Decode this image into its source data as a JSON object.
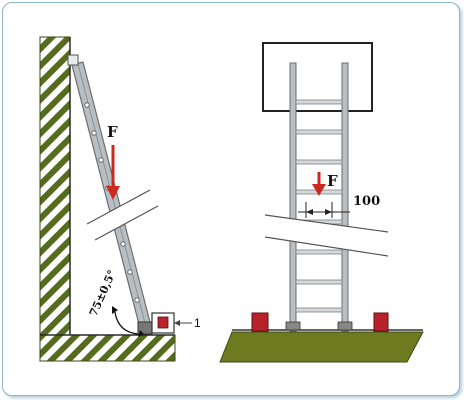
{
  "labels": {
    "force_left": "F",
    "force_right": "F",
    "angle": "75±0,5°",
    "callout": "1",
    "dimension": "100"
  },
  "colors": {
    "hatch_dark": "#556b1e",
    "hatch_light": "#ffffff",
    "force_arrow": "#cc2a1e",
    "rail": "#b9bec2",
    "rail_edge": "#6a6f73",
    "base_block": "#b8222a",
    "ground": "#6e7a1f",
    "frame_border": "#8fb6cf"
  }
}
